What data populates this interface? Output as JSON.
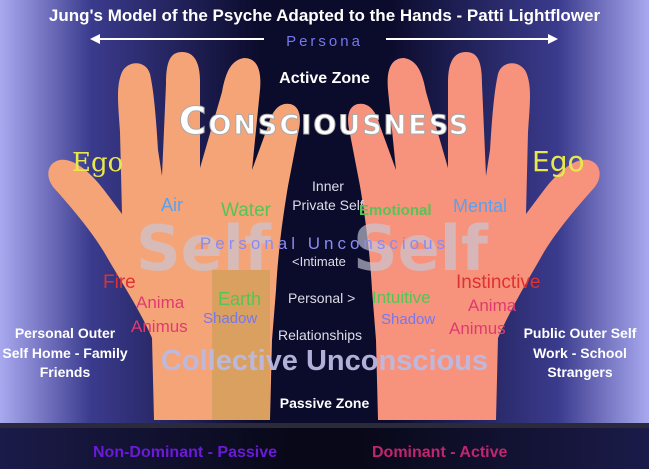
{
  "title": "Jung's Model of the Psyche Adapted to the Hands - Patti Lightflower",
  "persona": "Persona",
  "active_zone": "Active Zone",
  "consciousness": "Consciousness",
  "ego_left": "Ego",
  "ego_right": "Ego",
  "self_left": "Self",
  "self_right": "Self",
  "left_hand": {
    "air": "Air",
    "water": "Water",
    "fire": "Fire",
    "earth": "Earth",
    "anima": "Anima",
    "animus": "Animus",
    "shadow": "Shadow"
  },
  "right_hand": {
    "emotional": "Emotional",
    "mental": "Mental",
    "instinctive": "Instinctive",
    "intuitive": "Intuitive",
    "anima": "Anima",
    "animus": "Animus",
    "shadow": "Shadow"
  },
  "center": {
    "inner_private_self": "Inner Private Self",
    "intimate": "<Intimate",
    "personal": "Personal >",
    "relationships": "Relationships"
  },
  "personal_unconscious": "Personal Unconscious",
  "collective_unconscious": "Collective Unconscious",
  "left_side": "Personal Outer Self Home - Family Friends",
  "right_side": "Public Outer Self Work - School Strangers",
  "passive_zone": "Passive Zone",
  "non_dominant": "Non-Dominant - Passive",
  "dominant": "Dominant - Active",
  "colors": {
    "left_hand": "#f5a478",
    "left_palm_strip": "#d9a060",
    "right_hand": "#f7937c",
    "title": "#ffffff",
    "ego": "#e8e84a",
    "elements_blue": "#5aa0ee",
    "elements_green": "#55c455",
    "fire_red": "#e03030",
    "anima_pink": "#e03a70",
    "shadow_purple": "#7777ee",
    "non_dominant": "#6a1ad8",
    "dominant": "#c02670"
  }
}
